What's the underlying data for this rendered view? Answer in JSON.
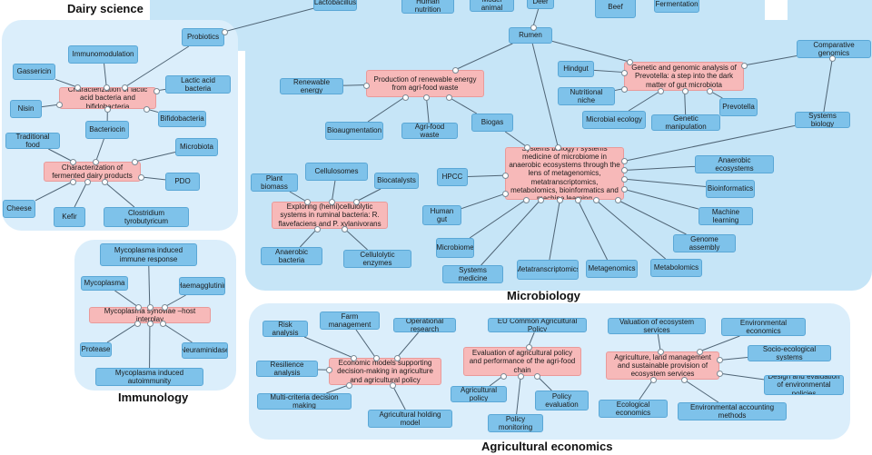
{
  "groups": [
    {
      "id": "g-top",
      "label": "",
      "color": "#c6e5f7"
    },
    {
      "id": "g-dairy",
      "label": "Dairy science",
      "color": "#dbeefb"
    },
    {
      "id": "g-micro",
      "label": "Microbiology",
      "color": "#c6e5f7"
    },
    {
      "id": "g-immuno",
      "label": "Immunology",
      "color": "#dbeefb"
    },
    {
      "id": "g-agri",
      "label": "Agricultural economics",
      "color": "#dbeefb"
    },
    {
      "id": "g-right",
      "label": "",
      "color": "#c6e5f7"
    }
  ],
  "nodes": [
    {
      "id": "lactobacillus",
      "label": "Lactobacillus",
      "kind": "keyword"
    },
    {
      "id": "human-nutrition",
      "label": "Human nutrition",
      "kind": "keyword"
    },
    {
      "id": "model-animal",
      "label": "Model animal",
      "kind": "keyword"
    },
    {
      "id": "deer",
      "label": "Deer",
      "kind": "keyword"
    },
    {
      "id": "beef",
      "label": "Beef",
      "kind": "keyword"
    },
    {
      "id": "fermentation",
      "label": "Fermentation",
      "kind": "keyword"
    },
    {
      "id": "probiotics",
      "label": "Probiotics",
      "kind": "keyword"
    },
    {
      "id": "rumen",
      "label": "Rumen",
      "kind": "keyword"
    },
    {
      "id": "immunomodulation",
      "label": "Immunomodulation",
      "kind": "keyword"
    },
    {
      "id": "gassericin",
      "label": "Gassericin",
      "kind": "keyword"
    },
    {
      "id": "lab-topic",
      "label": "Characterization of lactic acid bacteria and bifidobacteria",
      "kind": "topic"
    },
    {
      "id": "lactic-acid-bacteria",
      "label": "Lactic acid bacteria",
      "kind": "keyword"
    },
    {
      "id": "nisin",
      "label": "Nisin",
      "kind": "keyword"
    },
    {
      "id": "bifidobacteria",
      "label": "Bifidobacteria",
      "kind": "keyword"
    },
    {
      "id": "bacteriocin",
      "label": "Bacteriocin",
      "kind": "keyword"
    },
    {
      "id": "traditional-food",
      "label": "Traditional food",
      "kind": "keyword"
    },
    {
      "id": "microbiota",
      "label": "Microbiota",
      "kind": "keyword"
    },
    {
      "id": "dairy-topic",
      "label": "Characterization of fermented dairy products",
      "kind": "topic"
    },
    {
      "id": "pdo",
      "label": "PDO",
      "kind": "keyword"
    },
    {
      "id": "cheese",
      "label": "Cheese",
      "kind": "keyword"
    },
    {
      "id": "kefir",
      "label": "Kefir",
      "kind": "keyword"
    },
    {
      "id": "clostridium",
      "label": "Clostridium tyrobutyricum",
      "kind": "keyword"
    },
    {
      "id": "renewable-energy",
      "label": "Renewable energy",
      "kind": "keyword"
    },
    {
      "id": "energy-topic",
      "label": "Production of renewable energy from agri-food waste",
      "kind": "topic"
    },
    {
      "id": "bioaugmentation",
      "label": "Bioaugmentation",
      "kind": "keyword"
    },
    {
      "id": "agri-food-waste",
      "label": "Agri-food waste",
      "kind": "keyword"
    },
    {
      "id": "biogas",
      "label": "Biogas",
      "kind": "keyword"
    },
    {
      "id": "hindgut",
      "label": "Hindgut",
      "kind": "keyword"
    },
    {
      "id": "prevotella-topic",
      "label": "Genetic and genomic analysis of Prevotella: a step into the dark matter of gut microbiota",
      "kind": "topic"
    },
    {
      "id": "comparative-genomics",
      "label": "Comparative genomics",
      "kind": "keyword"
    },
    {
      "id": "nutritional-niche",
      "label": "Nutritional niche",
      "kind": "keyword"
    },
    {
      "id": "prevotella",
      "label": "Prevotella",
      "kind": "keyword"
    },
    {
      "id": "microbial-ecology",
      "label": "Microbial ecology",
      "kind": "keyword"
    },
    {
      "id": "genetic-manipulation",
      "label": "Genetic manipulation",
      "kind": "keyword"
    },
    {
      "id": "systems-biology",
      "label": "Systems biology",
      "kind": "keyword"
    },
    {
      "id": "systems-topic",
      "label": "Systems biology / systems medicine of microbiome in anaerobic ecosystems through the lens of metagenomics, metatranscriptomics, metabolomics, bioinformatics and machine learning",
      "kind": "topic"
    },
    {
      "id": "anaerobic-ecosystems",
      "label": "Anaerobic ecosystems",
      "kind": "keyword"
    },
    {
      "id": "bioinformatics",
      "label": "Bioinformatics",
      "kind": "keyword"
    },
    {
      "id": "machine-learning",
      "label": "Machine learning",
      "kind": "keyword"
    },
    {
      "id": "genome-assembly",
      "label": "Genome assembly",
      "kind": "keyword"
    },
    {
      "id": "metabolomics",
      "label": "Metabolomics",
      "kind": "keyword"
    },
    {
      "id": "metagenomics",
      "label": "Metagenomics",
      "kind": "keyword"
    },
    {
      "id": "metatranscriptomics",
      "label": "Metatranscriptomics",
      "kind": "keyword"
    },
    {
      "id": "systems-medicine",
      "label": "Systems medicine",
      "kind": "keyword"
    },
    {
      "id": "microbiome",
      "label": "Microbiome",
      "kind": "keyword"
    },
    {
      "id": "human-gut",
      "label": "Human gut",
      "kind": "keyword"
    },
    {
      "id": "hpcc",
      "label": "HPCC",
      "kind": "keyword"
    },
    {
      "id": "plant-biomass",
      "label": "Plant biomass",
      "kind": "keyword"
    },
    {
      "id": "cellulosomes",
      "label": "Cellulosomes",
      "kind": "keyword"
    },
    {
      "id": "biocatalysts",
      "label": "Biocatalysts",
      "kind": "keyword"
    },
    {
      "id": "cellulose-topic",
      "label": "Exploring (hemi)cellulolytic systems in ruminal bacteria: R. flavefaciens and P. xylanivorans",
      "kind": "topic"
    },
    {
      "id": "anaerobic-bacteria",
      "label": "Anaerobic bacteria",
      "kind": "keyword"
    },
    {
      "id": "cellulolytic-enzymes",
      "label": "Cellulolytic enzymes",
      "kind": "keyword"
    },
    {
      "id": "mycoplasma-immune",
      "label": "Mycoplasma induced immune response",
      "kind": "keyword"
    },
    {
      "id": "mycoplasma",
      "label": "Mycoplasma",
      "kind": "keyword"
    },
    {
      "id": "haemagglutinin",
      "label": "Haemagglutinin",
      "kind": "keyword"
    },
    {
      "id": "mycoplasma-topic",
      "label": "Mycoplasma synoviae –host interplay",
      "kind": "topic"
    },
    {
      "id": "protease",
      "label": "Protease",
      "kind": "keyword"
    },
    {
      "id": "neuraminidase",
      "label": "Neuraminidase",
      "kind": "keyword"
    },
    {
      "id": "mycoplasma-autoimmunity",
      "label": "Mycoplasma induced autoimmunity",
      "kind": "keyword"
    },
    {
      "id": "farm-management",
      "label": "Farm management",
      "kind": "keyword"
    },
    {
      "id": "risk-analysis",
      "label": "Risk analysis",
      "kind": "keyword"
    },
    {
      "id": "operational-research",
      "label": "Operational research",
      "kind": "keyword"
    },
    {
      "id": "econ-topic",
      "label": "Economic models supporting decision-making in agriculture and agricultural policy",
      "kind": "topic"
    },
    {
      "id": "resilience-analysis",
      "label": "Resilience analysis",
      "kind": "keyword"
    },
    {
      "id": "mcdm",
      "label": "Multi-criteria decision making",
      "kind": "keyword"
    },
    {
      "id": "agri-holding",
      "label": "Agricultural holding model",
      "kind": "keyword"
    },
    {
      "id": "eu-cap",
      "label": "EU Common Agricultural Policy",
      "kind": "keyword"
    },
    {
      "id": "policy-topic",
      "label": "Evaluation of agricultural policy and performance of the agri-food chain",
      "kind": "topic"
    },
    {
      "id": "agricultural-policy",
      "label": "Agricultural policy",
      "kind": "keyword"
    },
    {
      "id": "policy-evaluation",
      "label": "Policy evaluation",
      "kind": "keyword"
    },
    {
      "id": "policy-monitoring",
      "label": "Policy monitoring",
      "kind": "keyword"
    },
    {
      "id": "valuation-ecosystem",
      "label": "Valuation of ecosystem services",
      "kind": "keyword"
    },
    {
      "id": "environmental-economics",
      "label": "Environmental economics",
      "kind": "keyword"
    },
    {
      "id": "land-topic",
      "label": "Agriculture, land management and sustainable provision of ecosystem services",
      "kind": "topic"
    },
    {
      "id": "socio-ecological",
      "label": "Socio-ecological systems",
      "kind": "keyword"
    },
    {
      "id": "design-env-policies",
      "label": "Design and evaluation of environmental policies",
      "kind": "keyword"
    },
    {
      "id": "ecological-economics",
      "label": "Ecological economics",
      "kind": "keyword"
    },
    {
      "id": "env-accounting",
      "label": "Environmental accounting methods",
      "kind": "keyword"
    }
  ],
  "edges": [
    [
      "lab-topic",
      "immunomodulation"
    ],
    [
      "lab-topic",
      "gassericin"
    ],
    [
      "lab-topic",
      "probiotics"
    ],
    [
      "lab-topic",
      "lactic-acid-bacteria"
    ],
    [
      "lab-topic",
      "nisin"
    ],
    [
      "lab-topic",
      "bifidobacteria"
    ],
    [
      "lab-topic",
      "bacteriocin"
    ],
    [
      "dairy-topic",
      "bacteriocin"
    ],
    [
      "dairy-topic",
      "traditional-food"
    ],
    [
      "dairy-topic",
      "microbiota"
    ],
    [
      "dairy-topic",
      "pdo"
    ],
    [
      "dairy-topic",
      "cheese"
    ],
    [
      "dairy-topic",
      "kefir"
    ],
    [
      "dairy-topic",
      "clostridium"
    ],
    [
      "energy-topic",
      "rumen"
    ],
    [
      "energy-topic",
      "renewable-energy"
    ],
    [
      "energy-topic",
      "bioaugmentation"
    ],
    [
      "energy-topic",
      "agri-food-waste"
    ],
    [
      "energy-topic",
      "biogas"
    ],
    [
      "prevotella-topic",
      "rumen"
    ],
    [
      "prevotella-topic",
      "hindgut"
    ],
    [
      "prevotella-topic",
      "comparative-genomics"
    ],
    [
      "prevotella-topic",
      "nutritional-niche"
    ],
    [
      "prevotella-topic",
      "prevotella"
    ],
    [
      "prevotella-topic",
      "microbial-ecology"
    ],
    [
      "prevotella-topic",
      "genetic-manipulation"
    ],
    [
      "systems-topic",
      "rumen"
    ],
    [
      "systems-topic",
      "biogas"
    ],
    [
      "systems-topic",
      "systems-biology"
    ],
    [
      "systems-topic",
      "anaerobic-ecosystems"
    ],
    [
      "systems-topic",
      "bioinformatics"
    ],
    [
      "systems-topic",
      "machine-learning"
    ],
    [
      "systems-topic",
      "genome-assembly"
    ],
    [
      "systems-topic",
      "metabolomics"
    ],
    [
      "systems-topic",
      "metagenomics"
    ],
    [
      "systems-topic",
      "metatranscriptomics"
    ],
    [
      "systems-topic",
      "systems-medicine"
    ],
    [
      "systems-topic",
      "microbiome"
    ],
    [
      "systems-topic",
      "human-gut"
    ],
    [
      "systems-topic",
      "hpcc"
    ],
    [
      "cellulose-topic",
      "plant-biomass"
    ],
    [
      "cellulose-topic",
      "cellulosomes"
    ],
    [
      "cellulose-topic",
      "biocatalysts"
    ],
    [
      "cellulose-topic",
      "anaerobic-bacteria"
    ],
    [
      "cellulose-topic",
      "cellulolytic-enzymes"
    ],
    [
      "mycoplasma-topic",
      "mycoplasma-immune"
    ],
    [
      "mycoplasma-topic",
      "mycoplasma"
    ],
    [
      "mycoplasma-topic",
      "haemagglutinin"
    ],
    [
      "mycoplasma-topic",
      "protease"
    ],
    [
      "mycoplasma-topic",
      "neuraminidase"
    ],
    [
      "mycoplasma-topic",
      "mycoplasma-autoimmunity"
    ],
    [
      "econ-topic",
      "farm-management"
    ],
    [
      "econ-topic",
      "risk-analysis"
    ],
    [
      "econ-topic",
      "operational-research"
    ],
    [
      "econ-topic",
      "resilience-analysis"
    ],
    [
      "econ-topic",
      "mcdm"
    ],
    [
      "econ-topic",
      "agri-holding"
    ],
    [
      "policy-topic",
      "eu-cap"
    ],
    [
      "policy-topic",
      "agricultural-policy"
    ],
    [
      "policy-topic",
      "policy-evaluation"
    ],
    [
      "policy-topic",
      "policy-monitoring"
    ],
    [
      "land-topic",
      "valuation-ecosystem"
    ],
    [
      "land-topic",
      "environmental-economics"
    ],
    [
      "land-topic",
      "socio-ecological"
    ],
    [
      "land-topic",
      "design-env-policies"
    ],
    [
      "land-topic",
      "ecological-economics"
    ],
    [
      "land-topic",
      "env-accounting"
    ],
    [
      "rumen",
      "deer"
    ],
    [
      "probiotics",
      "lactobacillus"
    ],
    [
      "comparative-genomics",
      "systems-biology"
    ]
  ],
  "colors": {
    "topic_fill": "#f7b9b9",
    "keyword_fill": "#7ec2ea",
    "edge": "#4f6475"
  }
}
